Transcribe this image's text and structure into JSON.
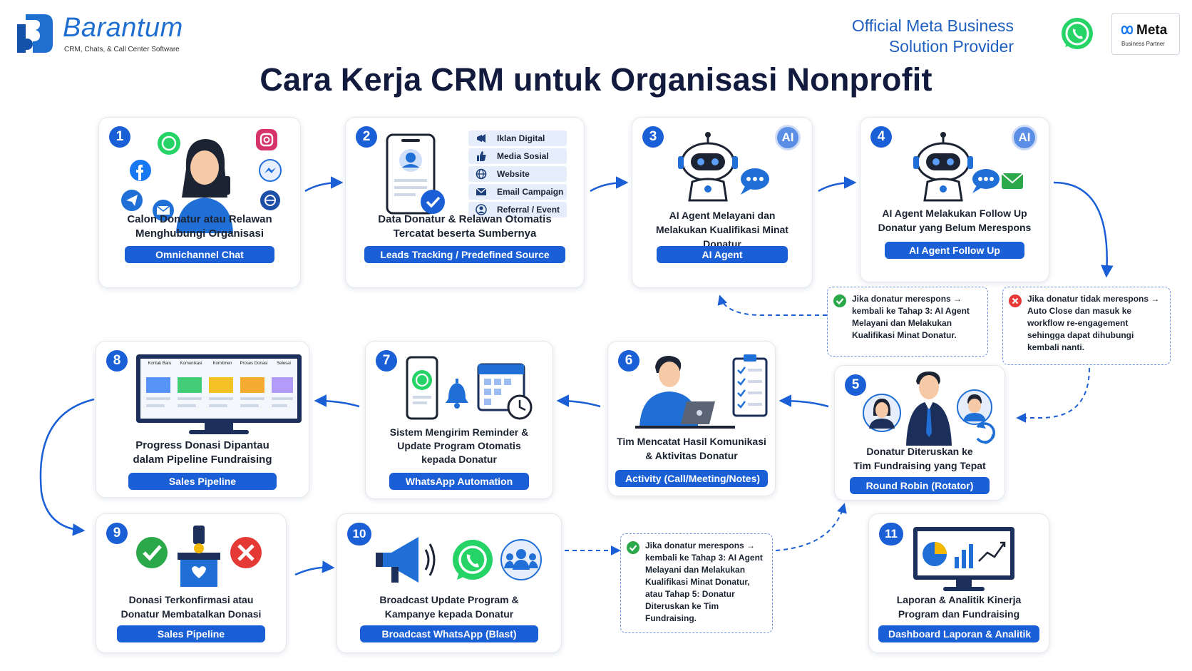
{
  "brand": {
    "name": "Barantum",
    "tagline": "CRM, Chats, & Call Center Software"
  },
  "partner": {
    "line1": "Official Meta Business",
    "line2": "Solution Provider",
    "meta_word": "Meta",
    "meta_sub": "Business Partner"
  },
  "title": "Cara Kerja CRM untuk Organisasi Nonprofit",
  "colors": {
    "primary": "#1a5fd6",
    "dark_title": "#121a3d",
    "whatsapp": "#25d366",
    "success": "#2ba84a",
    "danger": "#e53935"
  },
  "steps": [
    {
      "num": "1",
      "title_l1": "Calon Donatur atau Relawan",
      "title_l2": "Menghubungi Organisasi",
      "tag": "Omnichannel Chat",
      "icons": [
        "whatsapp-icon",
        "instagram-icon",
        "facebook-icon",
        "messenger-icon",
        "telegram-icon",
        "email-icon",
        "web-icon"
      ]
    },
    {
      "num": "2",
      "title_l1": "Data Donatur & Relawan Otomatis",
      "title_l2": "Tercatat beserta Sumbernya",
      "tag": "Leads Tracking / Predefined Source",
      "sources": [
        {
          "label": "Iklan Digital",
          "icon": "megaphone-icon"
        },
        {
          "label": "Media Sosial",
          "icon": "thumbs-up-icon"
        },
        {
          "label": "Website",
          "icon": "globe-icon"
        },
        {
          "label": "Email Campaign",
          "icon": "envelope-icon"
        },
        {
          "label": "Referral / Event",
          "icon": "person-icon"
        }
      ]
    },
    {
      "num": "3",
      "badge": "AI",
      "title_l1": "AI Agent Melayani dan",
      "title_l2": "Melakukan Kualifikasi Minat Donatur",
      "tag": "AI Agent"
    },
    {
      "num": "4",
      "badge": "AI",
      "title_l1": "AI Agent Melakukan Follow Up",
      "title_l2": "Donatur yang Belum Merespons",
      "tag": "AI Agent Follow Up"
    },
    {
      "num": "5",
      "title_l1": "Donatur Diteruskan ke",
      "title_l2": "Tim Fundraising yang Tepat",
      "tag": "Round Robin (Rotator)"
    },
    {
      "num": "6",
      "title_l1": "Tim Mencatat Hasil Komunikasi",
      "title_l2": "& Aktivitas Donatur",
      "tag": "Activity (Call/Meeting/Notes)"
    },
    {
      "num": "7",
      "title_l1": "Sistem Mengirim Reminder &",
      "title_l2": "Update Program Otomatis",
      "title_l3": "kepada Donatur",
      "tag": "WhatsApp Automation"
    },
    {
      "num": "8",
      "title_l1": "Progress Donasi Dipantau",
      "title_l2": "dalam Pipeline Fundraising",
      "tag": "Sales Pipeline",
      "pipeline_stages": [
        "Kontak Baru",
        "Komunikasi",
        "Komitmen",
        "Proses Donasi",
        "Selesai"
      ],
      "stage_colors": [
        "#3b82f6",
        "#22c55e",
        "#f5b800",
        "#f59e0b",
        "#a78bfa"
      ]
    },
    {
      "num": "9",
      "title_l1": "Donasi Terkonfirmasi atau",
      "title_l2": "Donatur Membatalkan Donasi",
      "tag": "Sales Pipeline"
    },
    {
      "num": "10",
      "title_l1": "Broadcast Update Program &",
      "title_l2": "Kampanye kepada Donatur",
      "tag": "Broadcast WhatsApp (Blast)"
    },
    {
      "num": "11",
      "title_l1": "Laporan & Analitik Kinerja",
      "title_l2": "Program dan Fundraising",
      "tag": "Dashboard Laporan & Analitik"
    }
  ],
  "notes": {
    "respond": "Jika donatur merespons → kembali ke Tahap 3: AI Agent Melayani dan Melakukan Kualifikasi Minat Donatur.",
    "no_respond": "Jika donatur tidak merespons → Auto Close dan masuk ke workflow re-engagement sehingga dapat dihubungi kembali nanti.",
    "broadcast_respond": "Jika donatur merespons → kembali ke Tahap 3: AI Agent Melayani dan Melakukan Kualifikasi Minat Donatur, atau Tahap 5: Donatur Diteruskan ke Tim Fundraising."
  }
}
